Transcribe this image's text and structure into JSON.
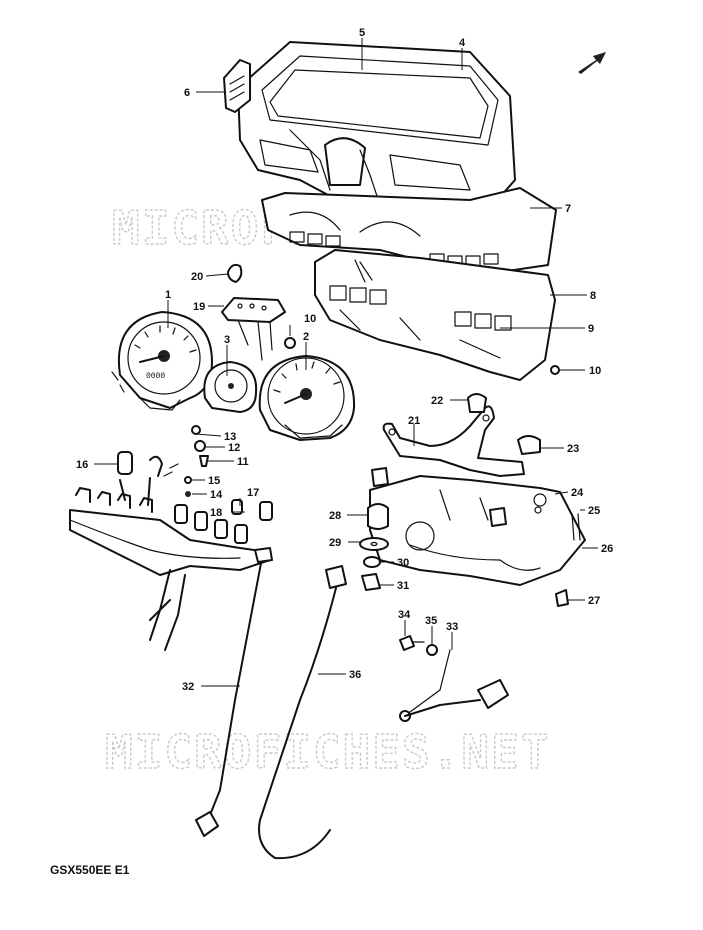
{
  "watermark": "MICROFICHES.NET",
  "model_code": "GSX550EE E1",
  "gauge_face": {
    "odometer": "0000"
  },
  "callouts": [
    "1",
    "2",
    "3",
    "4",
    "5",
    "6",
    "7",
    "8",
    "9",
    "10",
    "10",
    "11",
    "12",
    "13",
    "14",
    "15",
    "16",
    "17",
    "18",
    "19",
    "20",
    "21",
    "22",
    "23",
    "24",
    "25",
    "26",
    "27",
    "28",
    "29",
    "30",
    "31",
    "32",
    "33",
    "34",
    "35",
    "36"
  ],
  "icons": [
    "front-arrow-icon"
  ]
}
